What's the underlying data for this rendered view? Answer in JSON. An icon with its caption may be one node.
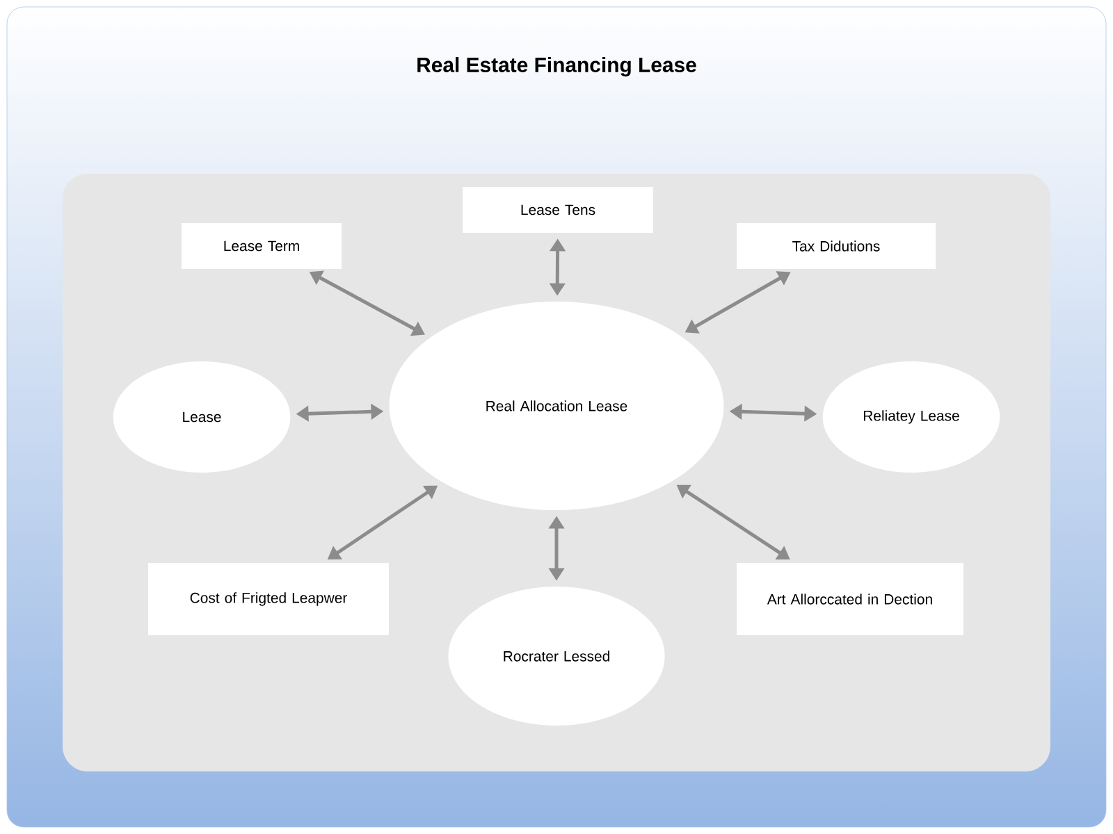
{
  "diagram": {
    "title": "Real Estate Financing Lease",
    "nodes": [
      {
        "text": [
          "Lease Term"
        ]
      },
      {
        "text": [
          "Lease Tens"
        ]
      },
      {
        "text": [
          "Tax Didutions"
        ]
      },
      {
        "text": [
          "Lease"
        ]
      },
      {
        "text": [
          "Real Allocation Lease"
        ]
      },
      {
        "text": [
          "Reliatey Lease"
        ]
      },
      {
        "text": [
          "Cost of Frigted Leapwer"
        ]
      },
      {
        "text": [
          "Rocrater Lessed"
        ]
      },
      {
        "text": [
          "Art Allorccated in Dection"
        ]
      }
    ],
    "edges": [
      {
        "from": 4,
        "to": 0,
        "arrow": "both"
      },
      {
        "from": 4,
        "to": 1,
        "arrow": "both"
      },
      {
        "from": 4,
        "to": 2,
        "arrow": "both"
      },
      {
        "from": 4,
        "to": 3,
        "arrow": "both"
      },
      {
        "from": 4,
        "to": 5,
        "arrow": "both"
      },
      {
        "from": 4,
        "to": 6,
        "arrow": "both"
      },
      {
        "from": 4,
        "to": 7,
        "arrow": "both"
      },
      {
        "from": 4,
        "to": 8,
        "arrow": "both"
      }
    ]
  }
}
